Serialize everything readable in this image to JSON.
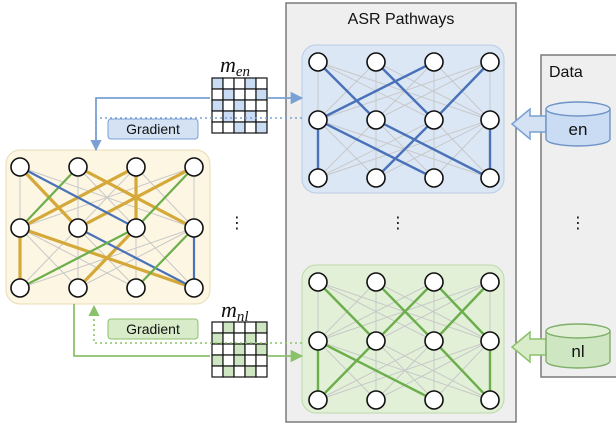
{
  "asr_panel": {
    "title": "ASR Pathways",
    "ellipsis": "⋮"
  },
  "data_panel": {
    "title": "Data",
    "ellipsis": "⋮",
    "databases": [
      {
        "label": "en",
        "color": "#c9dcf3",
        "stroke": "#6f93c6"
      },
      {
        "label": "nl",
        "color": "#cfe6c3",
        "stroke": "#7fae6a"
      }
    ]
  },
  "shared_model": {
    "ellipsis": "⋮",
    "fill": "#fdf6e3",
    "stroke": "#e8dcb5"
  },
  "masks": [
    {
      "base": "m",
      "subscript": "en",
      "color": "#c9dcf3",
      "pattern": [
        [
          1,
          0,
          0,
          1,
          0
        ],
        [
          0,
          1,
          0,
          0,
          1
        ],
        [
          1,
          0,
          1,
          0,
          0
        ],
        [
          0,
          1,
          0,
          1,
          0
        ],
        [
          0,
          0,
          1,
          0,
          1
        ]
      ]
    },
    {
      "base": "m",
      "subscript": "nl",
      "color": "#cfe6c3",
      "pattern": [
        [
          0,
          1,
          0,
          0,
          1
        ],
        [
          1,
          0,
          0,
          1,
          0
        ],
        [
          0,
          0,
          1,
          0,
          1
        ],
        [
          1,
          0,
          1,
          0,
          0
        ],
        [
          0,
          1,
          0,
          1,
          0
        ]
      ]
    }
  ],
  "gradient_labels": [
    "Gradient",
    "Gradient"
  ],
  "colors": {
    "english": "#4a72b8",
    "dutch": "#6cae4c",
    "gold": "#d4a93a",
    "gray_edge": "#c8c8c8",
    "en_arrow": "#7aa0d4",
    "nl_arrow": "#8cc16b"
  }
}
